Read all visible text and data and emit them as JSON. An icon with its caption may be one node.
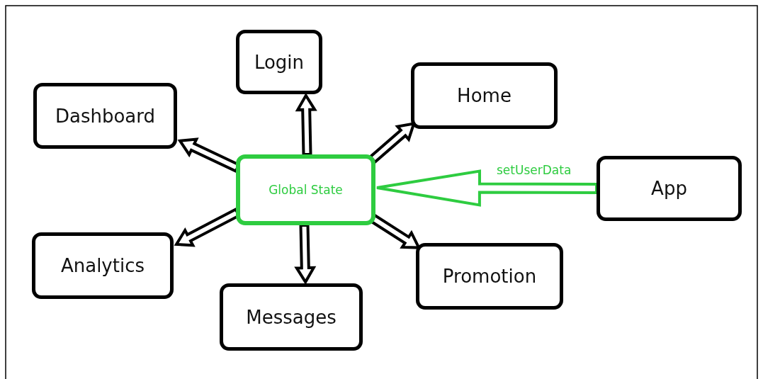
{
  "diagram": {
    "nodes": [
      {
        "text": [
          "Global State"
        ]
      },
      {
        "text": [
          "Login"
        ]
      },
      {
        "text": [
          "Home"
        ]
      },
      {
        "text": [
          "Dashboard"
        ]
      },
      {
        "text": [
          "App"
        ]
      },
      {
        "text": [
          "Analytics"
        ]
      },
      {
        "text": [
          "Promotion"
        ]
      },
      {
        "text": [
          "Messages"
        ]
      }
    ],
    "edges": [
      {
        "from": 0,
        "to": 1,
        "arrow": "to"
      },
      {
        "from": 0,
        "to": 2,
        "arrow": "to"
      },
      {
        "from": 0,
        "to": 3,
        "arrow": "to"
      },
      {
        "from": 0,
        "to": 5,
        "arrow": "to"
      },
      {
        "from": 0,
        "to": 7,
        "arrow": "to"
      },
      {
        "from": 0,
        "to": 6,
        "arrow": "to"
      },
      {
        "from": 4,
        "to": 0,
        "arrow": "to",
        "label": "setUserData",
        "color": "#2ecc40"
      }
    ]
  }
}
